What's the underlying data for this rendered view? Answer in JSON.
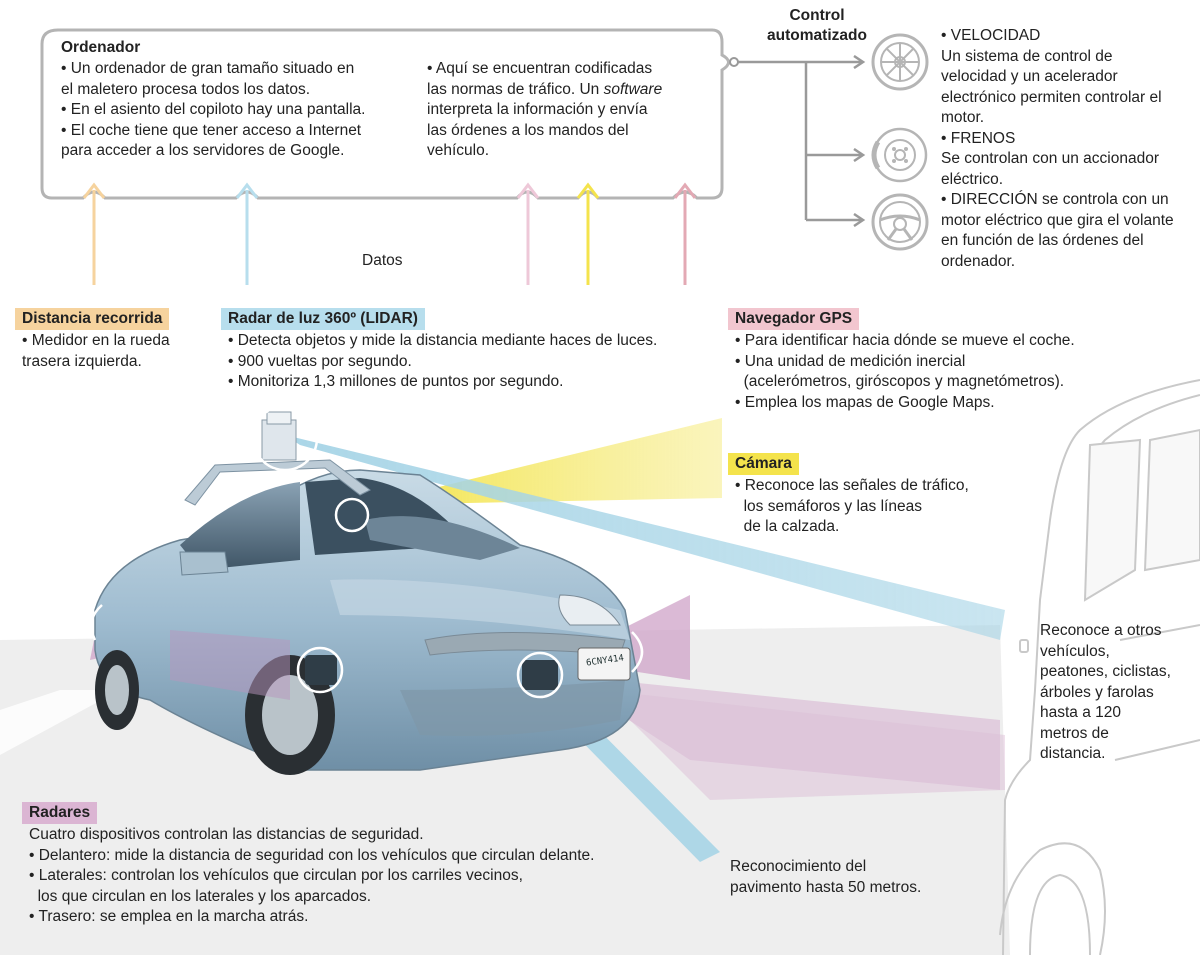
{
  "colors": {
    "orange": "#f6d39e",
    "blue": "#b7deed",
    "pink": "#f2c6cf",
    "yellow": "#f4e34c",
    "purple": "#dbb5d3",
    "gray": "#999999",
    "rose": "#e3a9b4"
  },
  "ordenador": {
    "title": "Ordenador",
    "left_lines": [
      "• Un ordenador de gran tamaño situado en",
      "el maletero procesa todos los datos.",
      "• En el asiento del copiloto hay una pantalla.",
      "• El coche tiene que tener acceso a Internet",
      "para acceder a los servidores de Google."
    ],
    "right_line1": "•  Aquí se encuentran codificadas",
    "right_line2_a": "las normas de tráfico. Un ",
    "right_line2_em": "software",
    "right_line3": "interpreta la información y envía",
    "right_line4": "las órdenes a los mandos del",
    "right_line5": "vehículo."
  },
  "datos_label": "Datos",
  "control": {
    "title_lines": [
      "Control",
      "automatizado"
    ],
    "velocidad": [
      "• VELOCIDAD",
      "Un sistema de control de",
      "velocidad y un acelerador",
      "electrónico permiten controlar el",
      "motor."
    ],
    "frenos": [
      "• FRENOS",
      "Se controlan con un accionador",
      "eléctrico."
    ],
    "direccion": [
      "• DIRECCIÓN se controla con un",
      "motor eléctrico que gira el volante",
      "en función de las órdenes del",
      "ordenador."
    ]
  },
  "distancia": {
    "title": "Distancia recorrida",
    "lines": [
      "• Medidor en la rueda",
      "trasera izquierda."
    ]
  },
  "lidar": {
    "title": "Radar de luz 360º (LIDAR)",
    "lines": [
      "• Detecta objetos y mide la distancia mediante haces de luces.",
      "• 900 vueltas por segundo.",
      "• Monitoriza 1,3 millones de puntos por segundo."
    ]
  },
  "gps": {
    "title": "Navegador GPS",
    "lines": [
      "• Para identificar hacia dónde se mueve el coche.",
      "• Una unidad de medición inercial",
      "  (acelerómetros, giróscopos y magnetómetros).",
      "• Emplea los mapas de Google Maps."
    ]
  },
  "camara": {
    "title": "Cámara",
    "lines": [
      "• Reconoce las señales de tráfico,",
      "  los semáforos y las líneas",
      "  de la calzada."
    ]
  },
  "reconoce": {
    "lines": [
      "Reconoce a otros",
      "vehículos,",
      "peatones, ciclistas,",
      "árboles y farolas",
      "hasta a 120",
      "metros de",
      "distancia."
    ]
  },
  "pavimento": {
    "lines": [
      "Reconocimiento del",
      "pavimento hasta 50 metros."
    ]
  },
  "radares": {
    "title": "Radares",
    "lines": [
      "Cuatro dispositivos controlan las distancias de seguridad.",
      "• Delantero: mide la distancia de seguridad con los vehículos que circulan delante.",
      "• Laterales: controlan los vehículos que circulan por los carriles vecinos,",
      "  los que circulan en los laterales y los aparcados.",
      "• Trasero: se emplea en la marcha atrás."
    ]
  },
  "car": {
    "plate": "6CNY414"
  }
}
